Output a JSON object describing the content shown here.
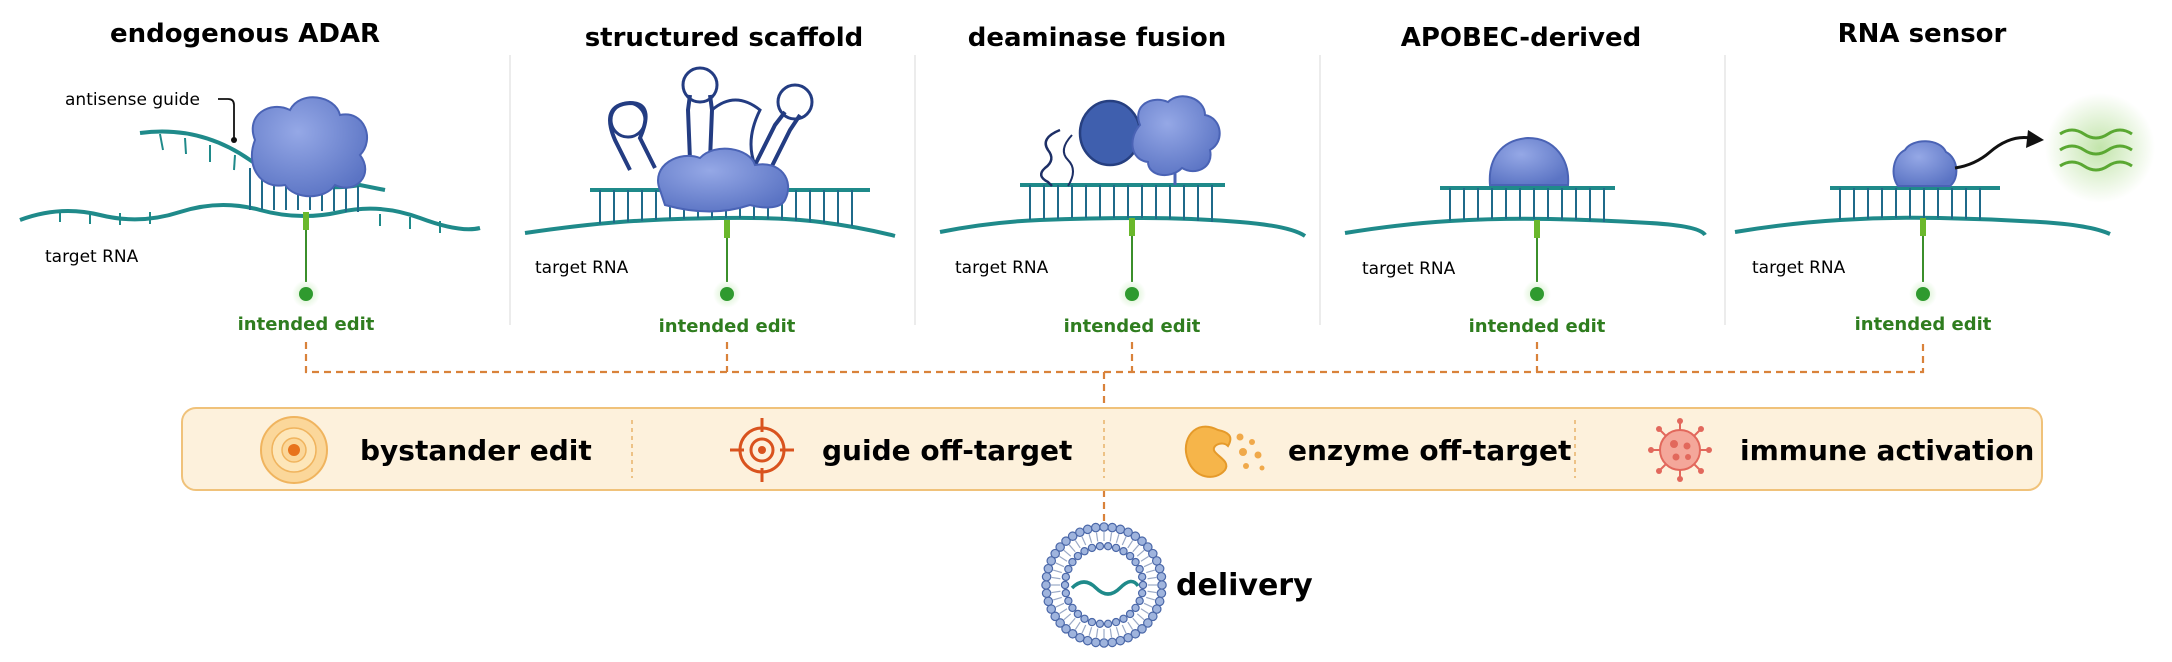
{
  "panels": [
    {
      "title": "endogenous ADAR",
      "guide_label": "antisense guide",
      "target_label": "target RNA",
      "edit_label": "intended edit"
    },
    {
      "title": "structured scaffold",
      "target_label": "target RNA",
      "edit_label": "intended edit"
    },
    {
      "title": "deaminase fusion",
      "target_label": "target RNA",
      "edit_label": "intended edit"
    },
    {
      "title": "APOBEC-derived",
      "target_label": "target RNA",
      "edit_label": "intended edit"
    },
    {
      "title": "RNA sensor",
      "target_label": "target RNA",
      "edit_label": "intended edit"
    }
  ],
  "risks": [
    {
      "label": "bystander edit",
      "icon": "bystander-icon"
    },
    {
      "label": "guide off-target",
      "icon": "crosshair-icon"
    },
    {
      "label": "enzyme off-target",
      "icon": "enzyme-icon"
    },
    {
      "label": "immune activation",
      "icon": "virus-icon"
    }
  ],
  "delivery": {
    "label": "delivery",
    "icon": "liposome-icon"
  },
  "colors": {
    "rna": "#1f8a8a",
    "protein": "#6f86cf",
    "protein_dark": "#3f5fae",
    "edit_green": "#2f9a2f",
    "risk_bar_fill": "#fdf1dc",
    "risk_bar_stroke": "#f0c27a",
    "connector": "#d9823a",
    "separator": "#e2e2e2"
  }
}
